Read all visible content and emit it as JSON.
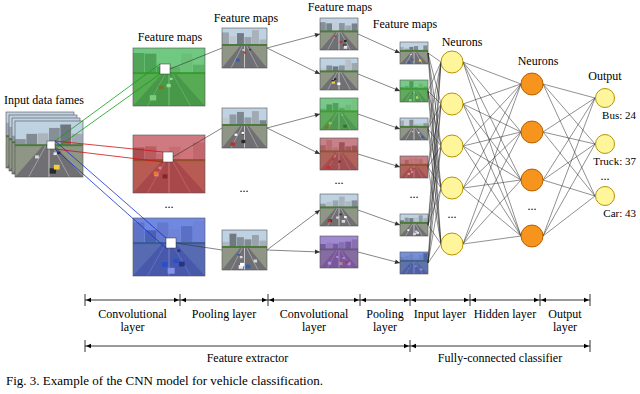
{
  "diagram": {
    "caption": "Fig. 3. Example of the CNN model for vehicle classification.",
    "nodes": [
      {
        "text": [
          "Bus: 24"
        ]
      },
      {
        "text": [
          "Truck: 37"
        ]
      },
      {
        "text": [
          "Car: 43"
        ]
      }
    ],
    "labels": [
      "Input data fames",
      "Feature maps",
      "Feature maps",
      "Feature maps",
      "Feature maps",
      "Neurons",
      "Neurons",
      "Output",
      "...",
      "...",
      "...",
      "...",
      "...",
      "...",
      "...",
      "Convolutional layer",
      "Pooling layer",
      "Convolutional layer",
      "Pooling layer",
      "Input layer",
      "Hidden layer",
      "Output layer",
      "Feature extractor",
      "Fully-connected classifier"
    ]
  }
}
